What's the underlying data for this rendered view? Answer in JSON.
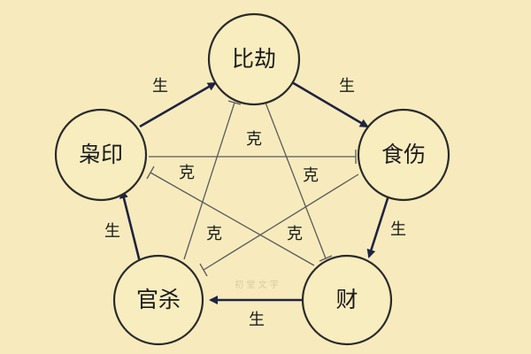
{
  "nodes": {
    "bijie": "比劫",
    "shishang": "食伤",
    "cai": "财",
    "guansha": "官杀",
    "xiaoyin": "枭印"
  },
  "relations": {
    "generate": "生",
    "control": "克"
  },
  "watermark": "初 堂 文 字",
  "colors": {
    "background": "#f7ebbd",
    "circle_fill": "#f8edbf",
    "arrow": "#1f2340",
    "control_line": "#5a5a5a"
  }
}
